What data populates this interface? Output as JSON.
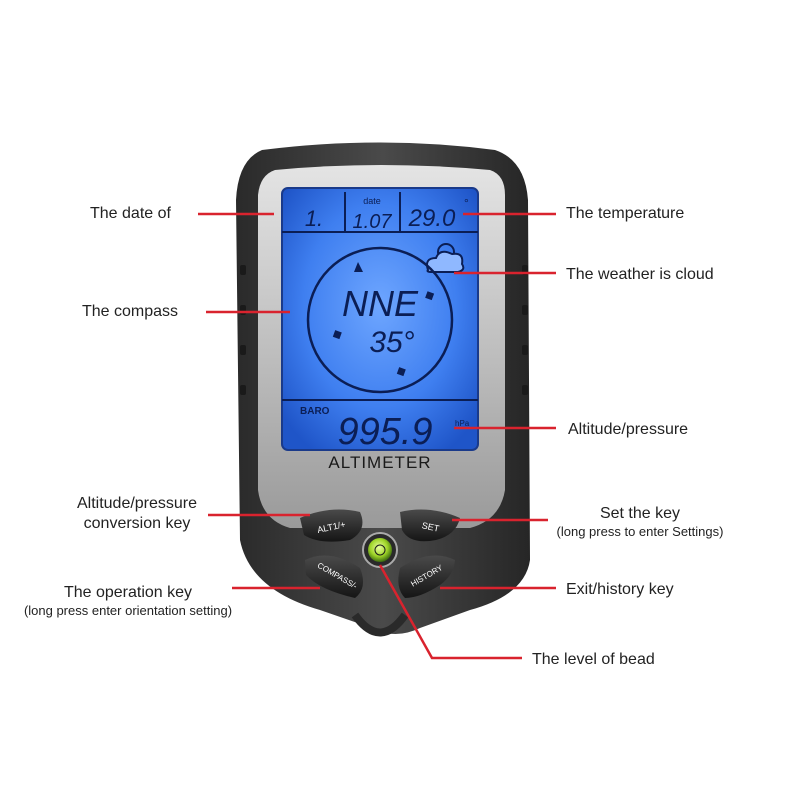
{
  "device": {
    "brand_label": "ALTIMETER",
    "display": {
      "day": "1.",
      "date_tag": "date",
      "date_value": "1.07",
      "temperature": "29.0",
      "temp_unit": "°",
      "direction": "NNE",
      "heading": "35°",
      "mode_label": "BARO",
      "pressure": "995.9",
      "pressure_unit": "hPa"
    },
    "buttons": {
      "alt": "ALT1/+",
      "set": "SET",
      "compass": "COMPASS/-",
      "history": "HISTORY"
    }
  },
  "callouts": {
    "date": "The date of",
    "compass": "The compass",
    "temperature": "The temperature",
    "weather": "The weather is cloud",
    "altitude": "Altitude/pressure",
    "conversion_line1": "Altitude/pressure",
    "conversion_line2": "conversion key",
    "set_line1": "Set the key",
    "set_line2": "(long press to enter Settings)",
    "operation_line1": "The operation key",
    "operation_line2": "(long press enter orientation setting)",
    "exit": "Exit/history key",
    "level": "The level of bead"
  },
  "colors": {
    "leader": "#d9232e",
    "screen": "#2e6fe3",
    "body": "#3a3a3a",
    "bezel": "#c8c8c8"
  }
}
